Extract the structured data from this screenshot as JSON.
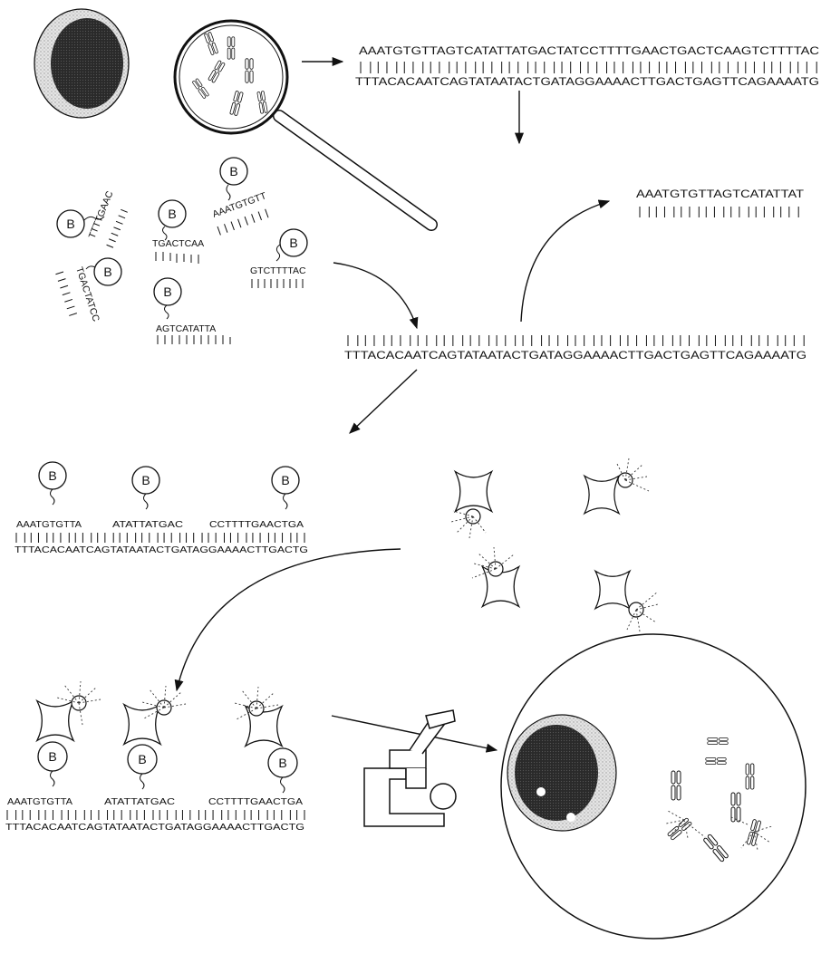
{
  "genome_strand_top": "AAATGTGTTAGTCATATTATGACTATCCTTTTGAACTGACTCAAGTCTTTTAC",
  "genome_strand_bottom": "TTTACACAATCAGTATAATACTGATAGGAAAACTTGACTGAGTTCAGAAAATG",
  "probe_label": "B",
  "free_probes": [
    "TTTTGAAC",
    "TGACTCAA",
    "AAATGTGTT",
    "TGACTATCC",
    "GTCTTTTAC",
    "AGTCATATTA"
  ],
  "separated_strand": "AAATGTGTTAGTCATATTAT",
  "target_strand": "TTTACACAATCAGTATAATACTGATAGGAAAACTTGACTGAGTTCAGAAAATG",
  "hybrid_probes": [
    "AAATGTGTTA",
    "ATATTATGAC",
    "CCTTTTGAACTGA"
  ],
  "hybrid_target": "TTTACACAATCAGTATAATACTGATAGGAAAACTTGACTG",
  "colors": {
    "ink": "#111111",
    "nucleus": "#2a2a2a",
    "halo": "#cfcfcf",
    "background": "#ffffff"
  }
}
